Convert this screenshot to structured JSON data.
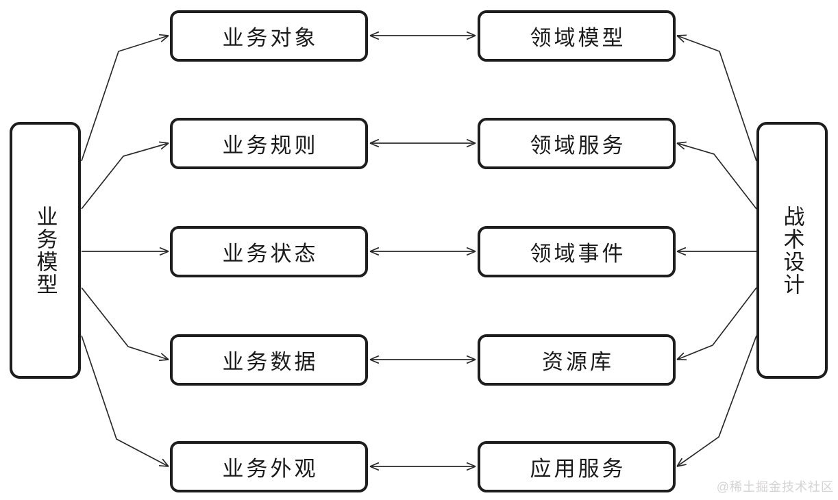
{
  "diagram": {
    "left_group": {
      "label": "业务模型"
    },
    "right_group": {
      "label": "战术设计"
    },
    "rows": [
      {
        "left": "业务对象",
        "right": "领域模型"
      },
      {
        "left": "业务规则",
        "right": "领域服务"
      },
      {
        "left": "业务状态",
        "right": "领域事件"
      },
      {
        "left": "业务数据",
        "right": "资源库"
      },
      {
        "left": "业务外观",
        "right": "应用服务"
      }
    ]
  },
  "watermark": "@稀土掘金技术社区",
  "colors": {
    "node_border": "#1d1d1d",
    "line": "#2a2a2a",
    "background": "#ffffff",
    "watermark": "#d5d3d3"
  }
}
